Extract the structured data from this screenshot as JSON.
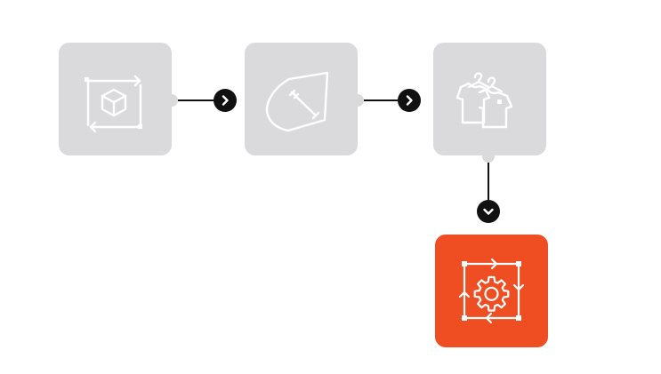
{
  "diagram": {
    "steps": [
      {
        "id": "step-1",
        "icon": "3d-cube-frame-icon",
        "state": "inactive"
      },
      {
        "id": "step-2",
        "icon": "pattern-measure-icon",
        "state": "inactive"
      },
      {
        "id": "step-3",
        "icon": "garments-on-hangers-icon",
        "state": "inactive"
      },
      {
        "id": "step-4",
        "icon": "gear-process-cycle-icon",
        "state": "active"
      }
    ],
    "connectors": [
      {
        "from": "step-1",
        "to": "step-2",
        "direction": "right"
      },
      {
        "from": "step-2",
        "to": "step-3",
        "direction": "right"
      },
      {
        "from": "step-3",
        "to": "step-4",
        "direction": "down"
      }
    ],
    "colors": {
      "inactive_tile": "#dadadd",
      "active_tile": "#ef4e23",
      "icon_stroke": "#ffffff",
      "connector": "#111111"
    }
  }
}
